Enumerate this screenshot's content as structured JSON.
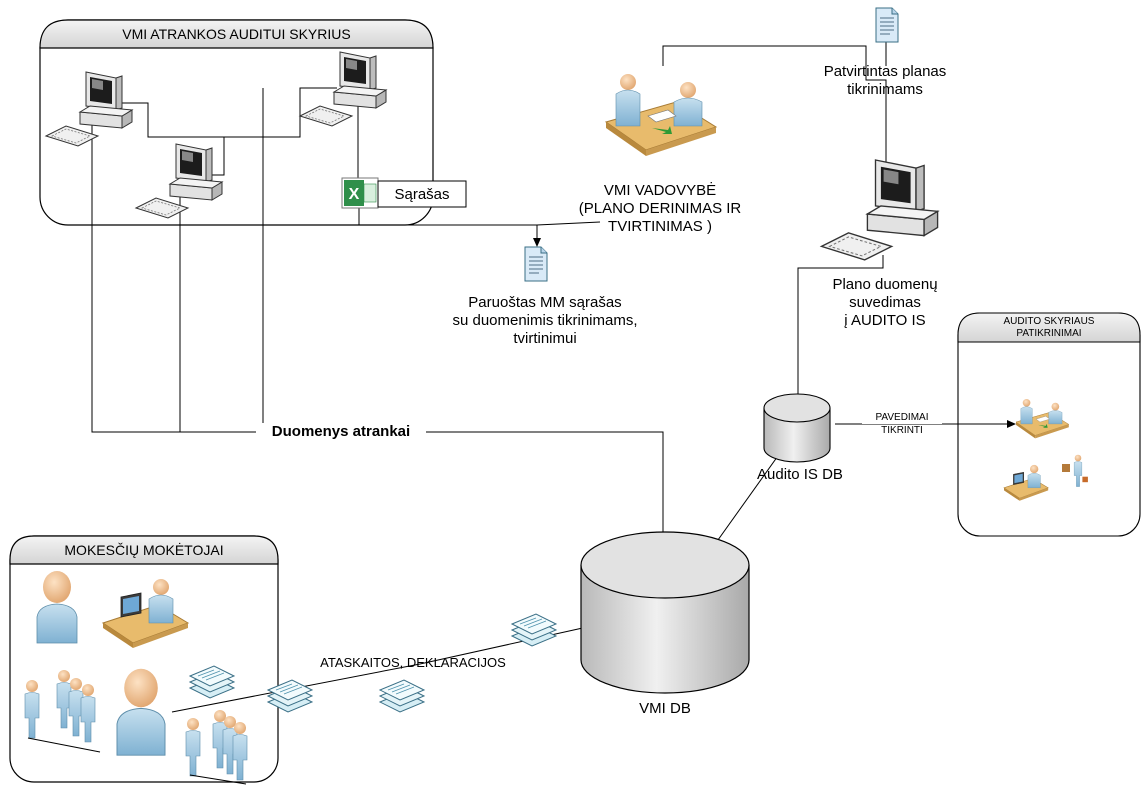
{
  "groups": {
    "atrankos": {
      "title": "VMI ATRANKOS AUDITUI SKYRIUS"
    },
    "mokesciu": {
      "title": "MOKESČIŲ MOKĖTOJAI"
    },
    "audito_skyriaus": {
      "title_line1": "AUDITO SKYRIAUS",
      "title_line2": "PATIKRINIMAI"
    }
  },
  "labels": {
    "sarasas": "Sąrašas",
    "vadovybe": [
      "VMI VADOVYBĖ",
      "(PLANO DERINIMAS IR",
      "TVIRTINIMAS )"
    ],
    "paruostas": [
      "Paruoštas MM sąrašas",
      "su duomenimis tikrinimams,",
      "tvirtinimui"
    ],
    "patvirtintas": [
      "Patvirtintas planas",
      "tikrinimams"
    ],
    "plano_duomenu": [
      "Plano duomenų",
      "suvedimas",
      "į AUDITO IS"
    ],
    "duomenys_atrankai": "Duomenys atrankai",
    "audito_is_db": "Audito IS DB",
    "vmi_db": "VMI DB",
    "ataskaitos": "ATASKAITOS, DEKLARACIJOS",
    "pavedimai": [
      "PAVEDIMAI",
      "TIKRINTI"
    ]
  },
  "colors": {
    "line": "#000000",
    "panel_fill": "#ffffff",
    "panel_header": "#e4e4e4",
    "db_fill": "#d8d8d8",
    "person_blue": "#9cc6df",
    "person_skin": "#f3c394",
    "desk": "#e5b869",
    "excel_green": "#1e7a3c"
  }
}
